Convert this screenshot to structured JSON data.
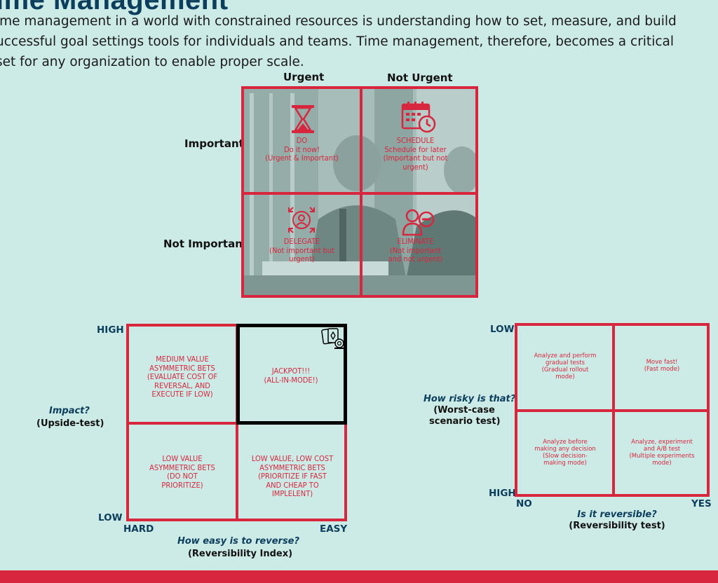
{
  "header": {
    "title": "ime Management",
    "intro_lines": [
      "ime management in a world with constrained resources is understanding how to set, measure, and build",
      "uccessful goal settings tools for individuals and teams. Time management, therefore, becomes a critical",
      "set for any organization to enable proper scale."
    ]
  },
  "eisenhower": {
    "col_labels": [
      "Urgent",
      "Not Urgent"
    ],
    "row_labels": [
      "Important",
      "Not Important"
    ],
    "cells": {
      "do": {
        "title": "DO",
        "line1": "Do it now!",
        "line2": "(Urgent & Important)",
        "icon": "hourglass-icon"
      },
      "schedule": {
        "title": "SCHEDULE",
        "line1": "Schedule for later",
        "line2": "(Important but not",
        "line3": "urgent)",
        "icon": "calendar-clock-icon"
      },
      "delegate": {
        "title": "DELEGATE",
        "line1": "(Not important but",
        "line2": "urgent)",
        "icon": "delegate-person-icon"
      },
      "eliminate": {
        "title": "ELIMINATE",
        "line1": "(Not important",
        "line2": "and not urgent)",
        "icon": "remove-user-icon"
      }
    }
  },
  "reversibility_matrix": {
    "y_high": "HIGH",
    "y_low": "LOW",
    "x_left": "HARD",
    "x_right": "EASY",
    "y_question": "Impact?",
    "y_test": "(Upside-test)",
    "x_question": "How easy is to reverse?",
    "x_test": "(Reversibility Index)",
    "cells": {
      "top_left": [
        "MEDIUM VALUE",
        "ASYMMETRIC BETS",
        "(EVALUATE COST OF",
        "REVERSAL, AND",
        "EXECUTE IF LOW)"
      ],
      "top_right": [
        "JACKPOT!!!",
        "(ALL-IN-MODE!)"
      ],
      "bottom_left": [
        "LOW VALUE",
        "ASYMMETRIC BETS",
        "(DO NOT",
        "PRIORITIZE)"
      ],
      "bottom_right": [
        "LOW VALUE, LOW COST",
        "ASYMMETRIC BETS",
        "(PRIORITIZE IF FAST",
        "AND CHEAP TO",
        "IMPLELENT)"
      ]
    },
    "jackpot_icon": "cards-chips-icon"
  },
  "risk_matrix": {
    "y_top": "LOW",
    "y_bottom": "HIGH",
    "x_left": "NO",
    "x_right": "YES",
    "y_question": "How risky is that?",
    "y_test_line1": "(Worst-case",
    "y_test_line2": "scenario test)",
    "x_question": "Is it reversible?",
    "x_test": "(Reversibility test)",
    "cells": {
      "top_left": [
        "Analyze and perform",
        "gradual tests",
        "(Gradual rollout",
        "mode)"
      ],
      "top_right": [
        "Move fast!",
        "(Fast mode)"
      ],
      "bottom_left": [
        "Analyze before",
        "making any decision",
        "(Slow decision-",
        "making mode)"
      ],
      "bottom_right": [
        "Analyze, experiment",
        "and A/B test",
        "(Multiple experiments",
        "mode)"
      ]
    }
  },
  "colors": {
    "accent_red": "#d7263d",
    "navy": "#0b3d5c",
    "background": "#cdebe6"
  }
}
